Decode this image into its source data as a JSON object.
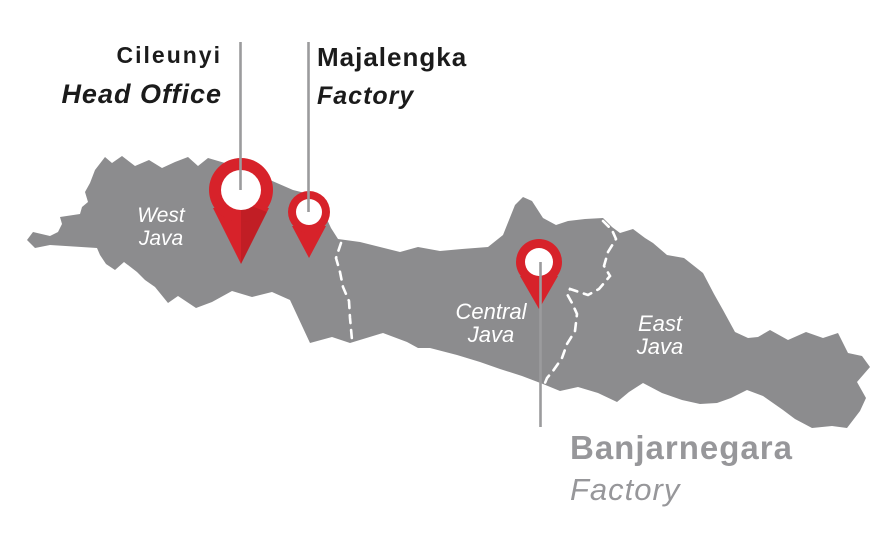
{
  "colors": {
    "island_gray": "#8C8C8E",
    "pin_red": "#D7222A",
    "pin_shade_red": "#BC2027",
    "pin_center_white": "#FFFFFF",
    "connector_line_gray": "#9B9B9D",
    "province_boundary_white": "#FFFFFF",
    "label_black": "#1B1B1B",
    "label_gray": "#97979A"
  },
  "locations": {
    "cileunyi": {
      "name": "Cileunyi",
      "type": "Head Office",
      "pin": "large-red-map-pin"
    },
    "majalengka": {
      "name": "Majalengka",
      "type": "Factory",
      "pin": "small-red-map-pin"
    },
    "banjarnegara": {
      "name": "Banjarnegara",
      "type": "Factory",
      "pin": "medium-red-map-pin"
    }
  },
  "provinces": {
    "west_java": {
      "line1": "West",
      "line2": "Java"
    },
    "central_java": {
      "line1": "Central",
      "line2": "Java"
    },
    "east_java": {
      "line1": "East",
      "line2": "Java"
    }
  }
}
